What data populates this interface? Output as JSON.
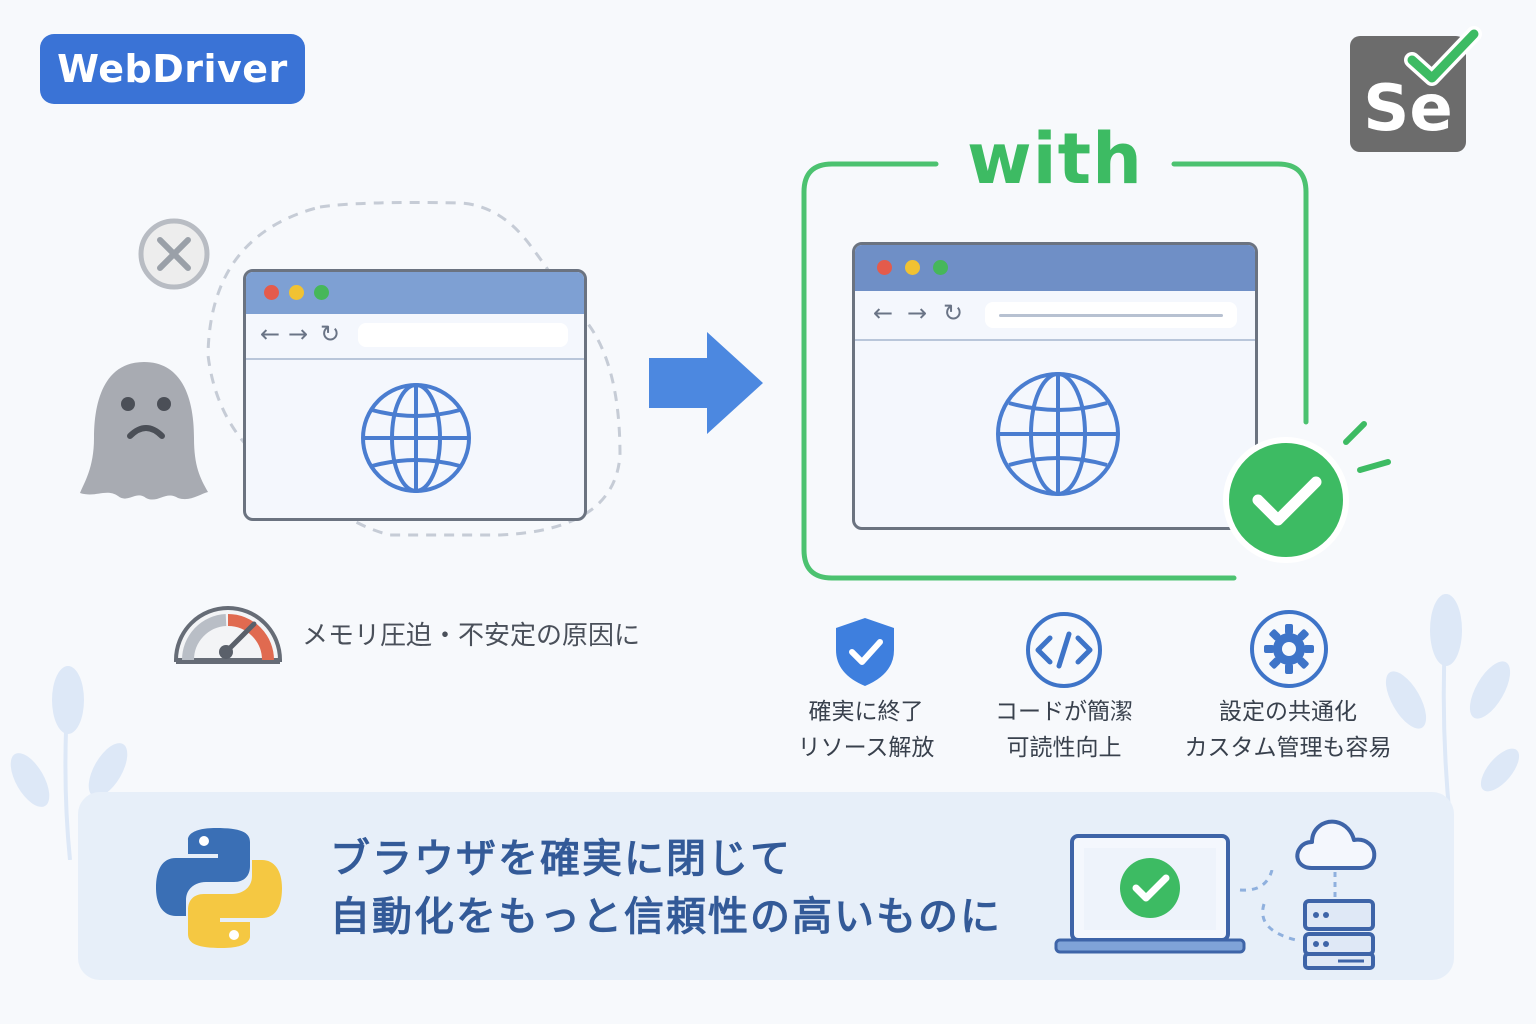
{
  "header": {
    "tag_label": "WebDriver"
  },
  "logo": {
    "text": "Se",
    "icon": "selenium-check-logo"
  },
  "left_panel": {
    "status_icon": "x-circle-icon",
    "mascot_icon": "sad-ghost-icon",
    "browser_icon": "globe-icon",
    "gauge_icon": "gauge-icon",
    "warning_text": "メモリ圧迫・不安定の原因に"
  },
  "arrow_icon": "right-arrow-icon",
  "right_panel": {
    "frame_label": "with",
    "browser_icon": "globe-icon",
    "success_icon": "check-circle-icon"
  },
  "features": [
    {
      "icon": "shield-check-icon",
      "line1": "確実に終了",
      "line2": "リソース解放"
    },
    {
      "icon": "code-icon",
      "line1": "コードが簡潔",
      "line2": "可読性向上"
    },
    {
      "icon": "gear-icon",
      "line1": "設定の共通化",
      "line2": "カスタム管理も容易"
    }
  ],
  "banner": {
    "line1": "ブラウザを確実に閉じて",
    "line2": "自動化をもっと信頼性の高いものに",
    "left_icon": "python-icon",
    "right_icons": [
      "laptop-check-icon",
      "cloud-icon",
      "server-icon"
    ]
  },
  "colors": {
    "accent_blue": "#3a73d6",
    "accent_green": "#3dbb63",
    "banner_text": "#335a98"
  }
}
